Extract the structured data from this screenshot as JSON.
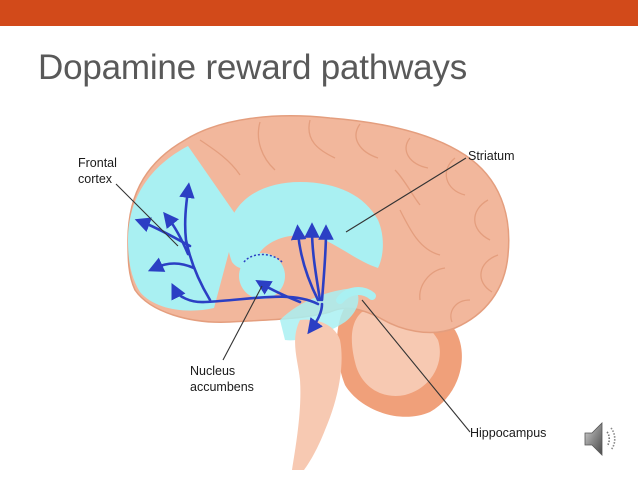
{
  "slide": {
    "title": "Dopamine reward pathways",
    "accent_color": "#D24A1A"
  },
  "diagram": {
    "labels": {
      "frontal_cortex_line1": "Frontal",
      "frontal_cortex_line2": "cortex",
      "striatum": "Striatum",
      "nucleus_line1": "Nucleus",
      "nucleus_line2": "accumbens",
      "hippocampus": "Hippocampus"
    },
    "colors": {
      "brain": "#F2B79C",
      "brain_outline": "#E49E7E",
      "pathway_region": "#A9F0F2",
      "pathway_arrows": "#2B3FC4",
      "cerebellum": "#F0A07A",
      "brainstem": "#F7C9B2"
    }
  },
  "audio": {
    "icon": "speaker-icon"
  }
}
